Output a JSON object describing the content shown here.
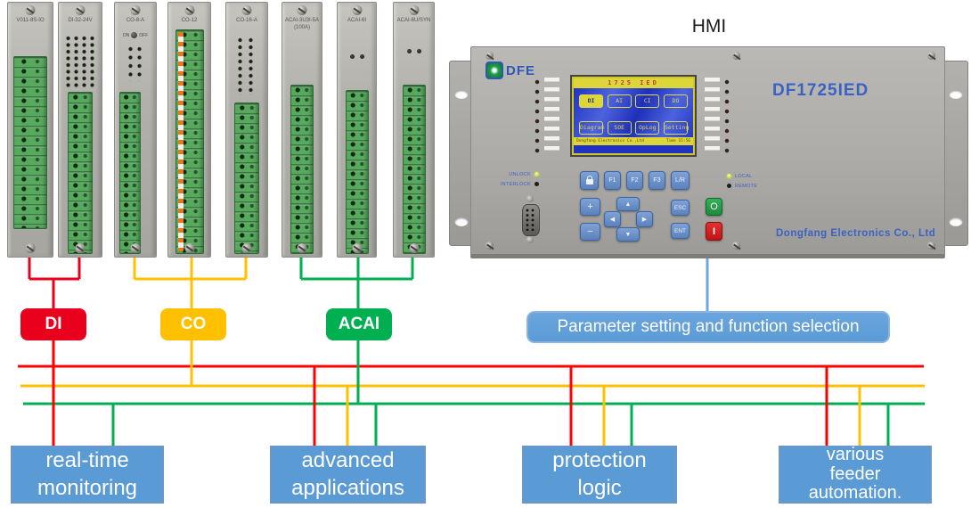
{
  "colors": {
    "di_red": "#e8001d",
    "co_yellow": "#ffc000",
    "acai_green": "#00b050",
    "bus_red": "#ff0000",
    "bus_yellow": "#ffc000",
    "bus_green": "#00b050",
    "hmi_link_blue": "#6fa8dc",
    "function_box_blue": "#5b9bd5"
  },
  "modules": [
    {
      "name": "V011-8S-IO"
    },
    {
      "name": "DI-32-24V"
    },
    {
      "name": "CO-8-A",
      "toggle_on": "ON",
      "toggle_off": "OFF"
    },
    {
      "name": "CO-12"
    },
    {
      "name": "CO-16-A"
    },
    {
      "name": "ACAI-3U3I-5A",
      "sub": "(100A)"
    },
    {
      "name": "ACAI-6I"
    },
    {
      "name": "ACAI-6U/SYN"
    }
  ],
  "hmi": {
    "caption": "HMI",
    "brand": "DFE",
    "model": "DF1725IED",
    "company": "Dongfang Electronics Co., Ltd",
    "screen": {
      "title": "1725 IED",
      "menu_row1": [
        "DI",
        "AI",
        "CI",
        "DO"
      ],
      "menu_row2": [
        "Diagram",
        "SOE",
        "OpLog",
        "Setting"
      ],
      "footer_left": "Dongfang Electronics Co.,Ltd",
      "footer_right": "Time 15:56"
    },
    "status_left": [
      {
        "label": "UNLOCK"
      },
      {
        "label": "INTERLOCK"
      }
    ],
    "status_right": [
      {
        "label": "LOCAL"
      },
      {
        "label": "REMOTE"
      }
    ],
    "keys": {
      "f1": "F1",
      "f2": "F2",
      "f3": "F3",
      "lr": "L/R",
      "plus": "+",
      "minus": "−",
      "up": "▲",
      "down": "▼",
      "left": "◀",
      "right": "▶",
      "esc": "ESC",
      "ent": "ENT",
      "on": "O",
      "off": "I"
    }
  },
  "group_labels": [
    {
      "label": "DI",
      "color": "#e8001d"
    },
    {
      "label": "CO",
      "color": "#ffc000"
    },
    {
      "label": "ACAI",
      "color": "#00b050"
    }
  ],
  "hmi_callout": "Parameter setting and function selection",
  "function_boxes": [
    {
      "label": "real-time monitoring"
    },
    {
      "label": "advanced applications"
    },
    {
      "label": "protection logic"
    },
    {
      "label": "various feeder automation."
    }
  ]
}
